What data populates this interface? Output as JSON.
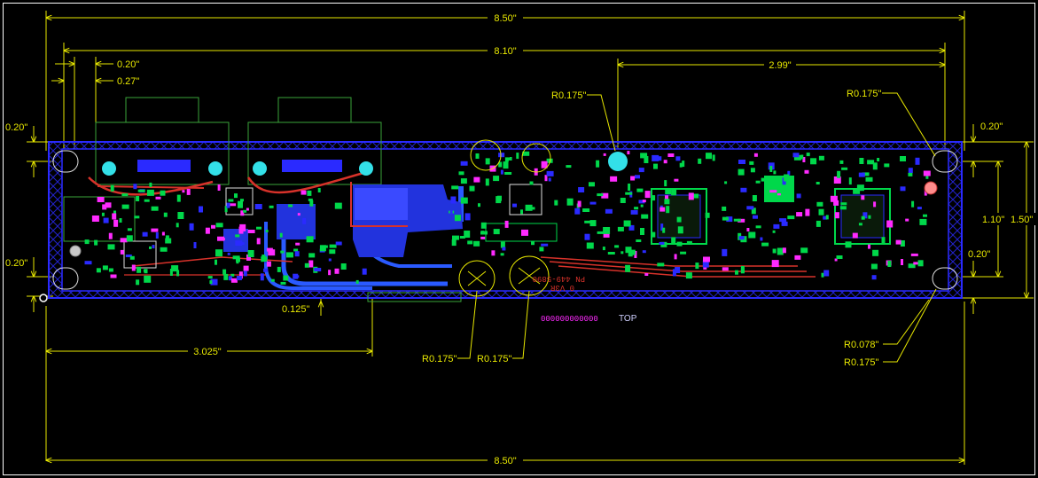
{
  "dimensions": {
    "overall_width_top": "8.50\"",
    "overall_width_bottom": "8.50\"",
    "hole_spacing": "8.10\"",
    "left_offset_a": "0.20\"",
    "left_offset_b": "0.27\"",
    "right_span": "2.99\"",
    "hole_to_connector": "3.025\"",
    "slot_width": "0.125\"",
    "left_top_edge": "0.20\"",
    "left_bottom_edge": "0.20\"",
    "right_top_edge": "0.20\"",
    "right_bottom_edge": "0.20\"",
    "hole_vertical": "1.10\"",
    "board_height": "1.50\""
  },
  "radius_callouts": {
    "top_center": "R0.175\"",
    "top_right": "R0.175\"",
    "bottom_left_1": "R0.175\"",
    "bottom_left_2": "R0.175\"",
    "bottom_right_small": "R0.078\"",
    "bottom_right_large": "R0.175\""
  },
  "board_labels": {
    "layer": "TOP",
    "part_number": "PN 449-5890",
    "revision": "0 V3R"
  },
  "colors": {
    "background": "#000000",
    "dimension": "#e8e800",
    "board_outline": "#2a2aff",
    "silkscreen": "#3aa53a",
    "copper_green": "#00d84a",
    "pad_magenta": "#ff2aff",
    "via_cyan": "#33e0e8",
    "trace_red": "#d8322a"
  }
}
